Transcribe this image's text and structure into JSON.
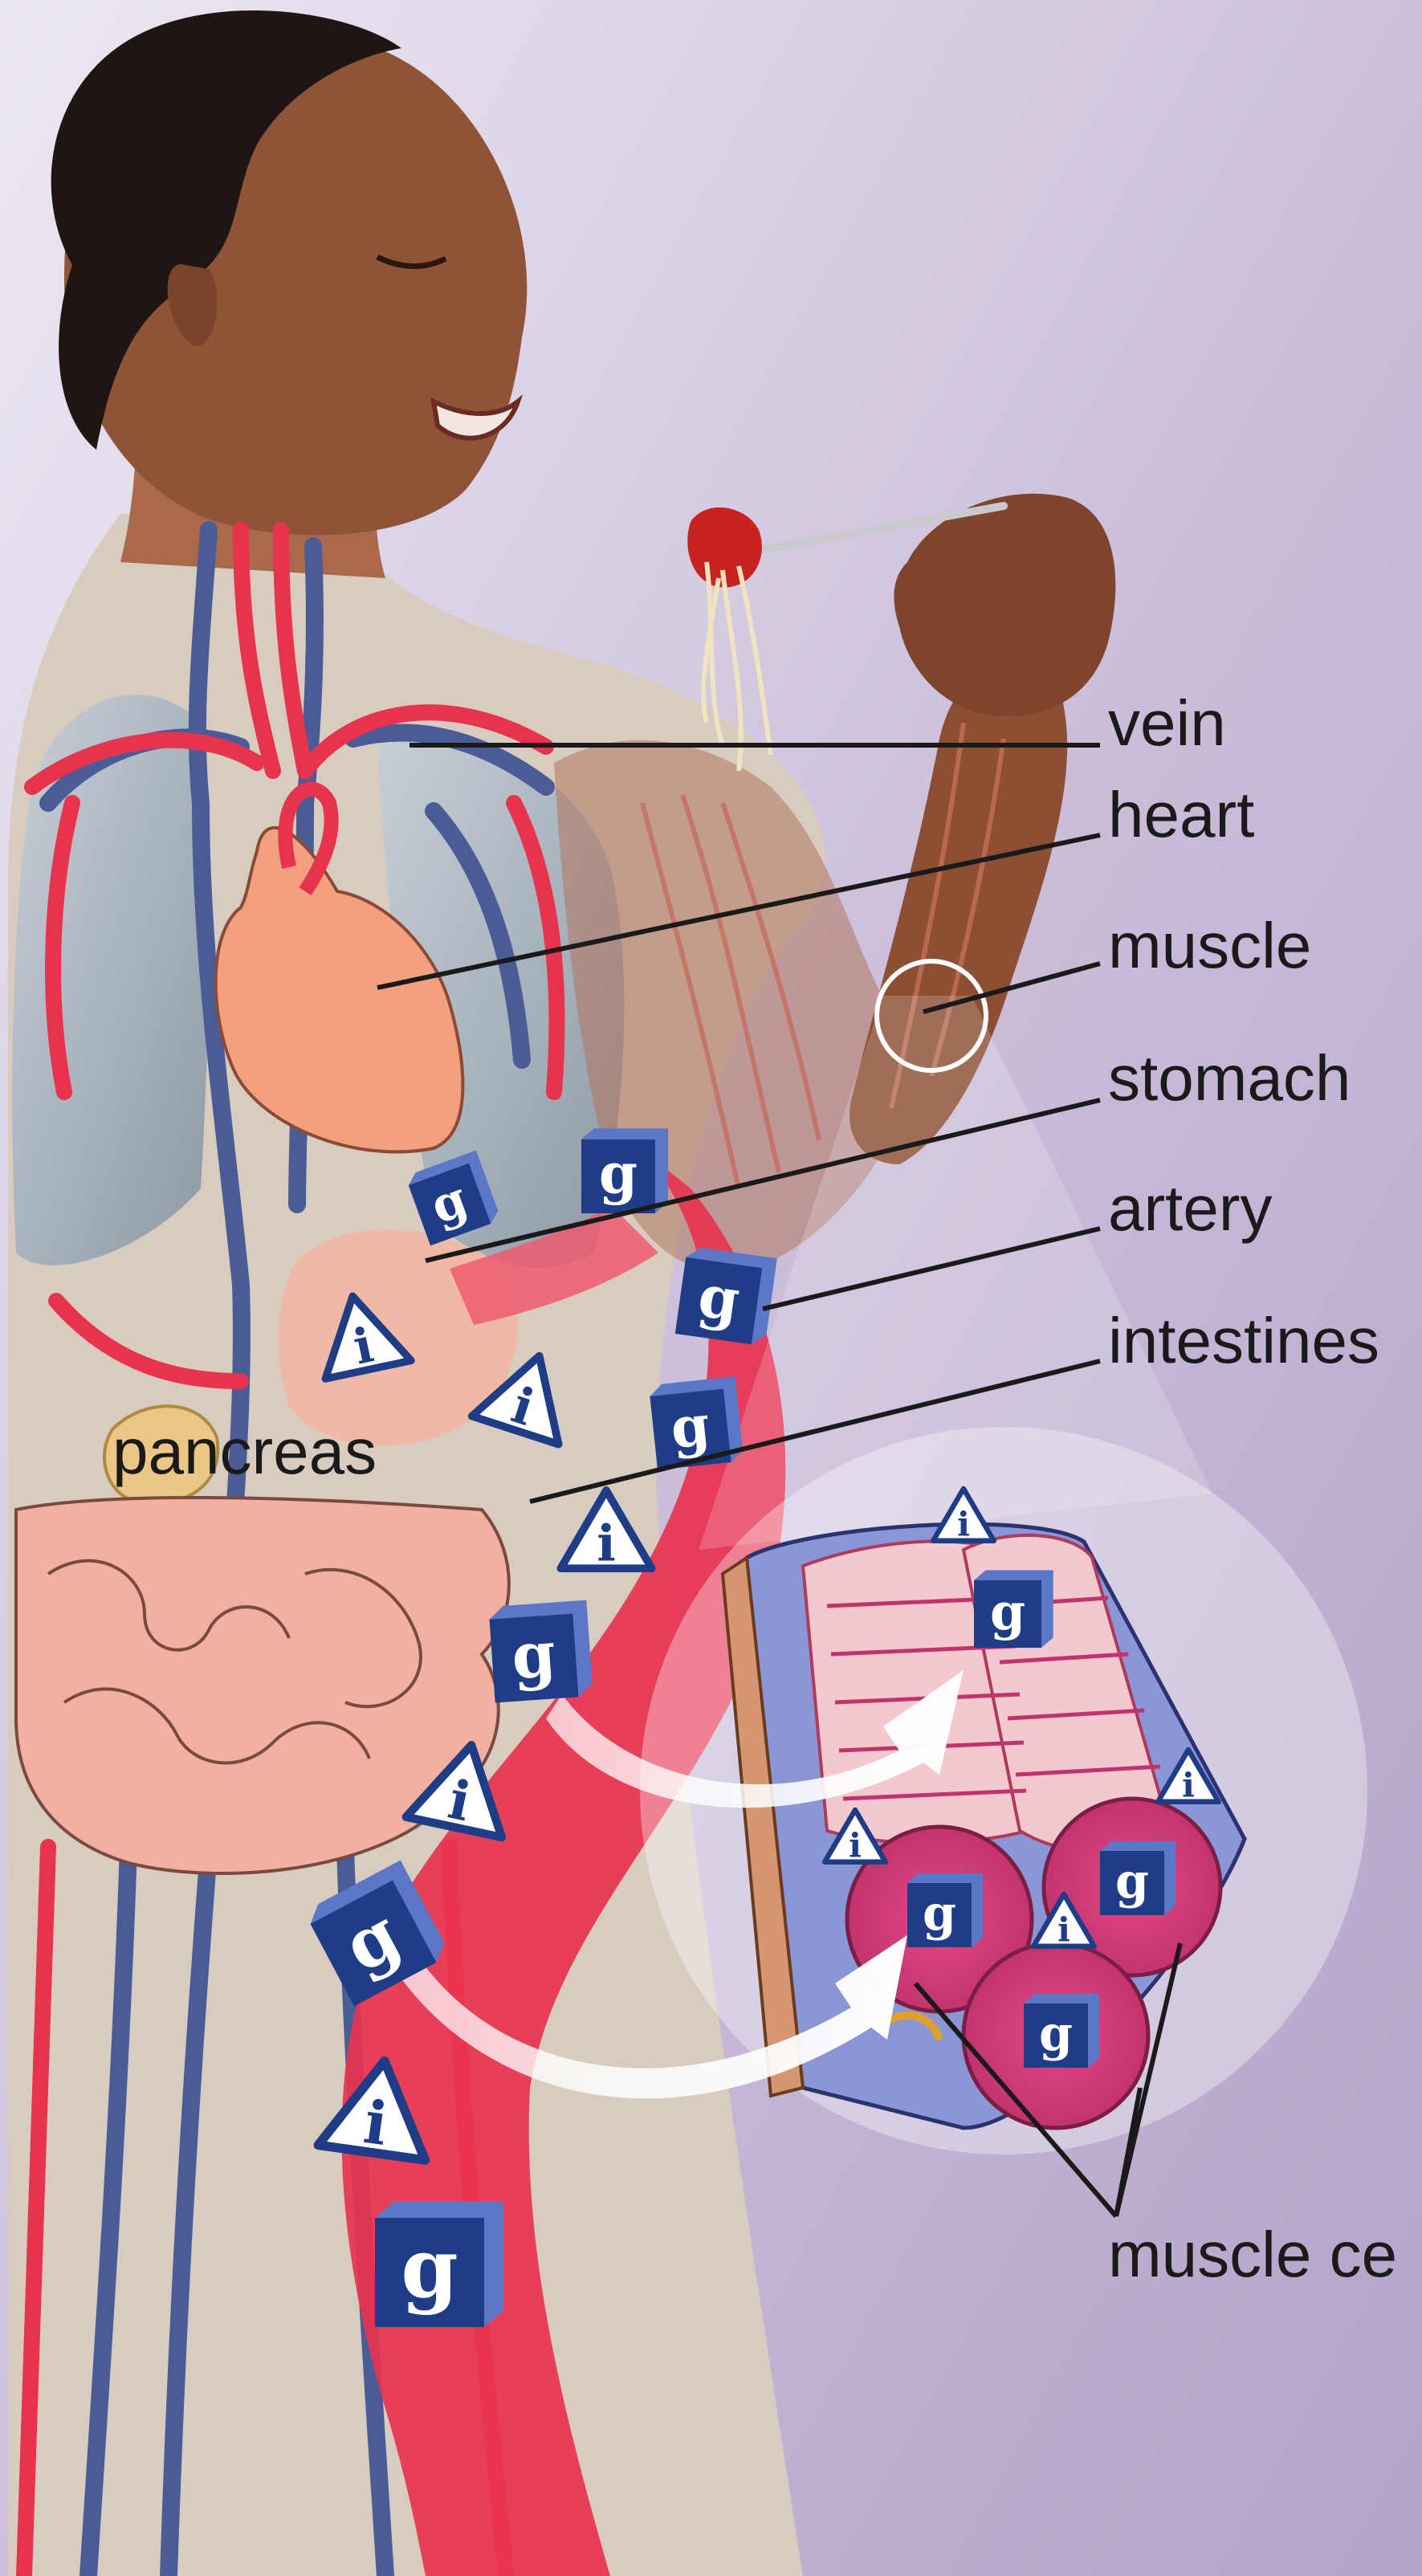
{
  "labels": {
    "vein": "vein",
    "heart": "heart",
    "muscle": "muscle",
    "stomach": "stomach",
    "artery": "artery",
    "intestines": "intestines",
    "pancreas": "pancreas",
    "muscle_cells": "muscle ce"
  },
  "markers": {
    "glucose_letter": "g",
    "insulin_letter": "i"
  },
  "colors": {
    "background_top": "#e6e1ee",
    "background_bottom": "#b8a8cc",
    "artery": "#e8334f",
    "vein": "#4a5c96",
    "skin": "#8a5236",
    "heart": "#f2a07e",
    "marker_blue": "#1f3c86"
  }
}
